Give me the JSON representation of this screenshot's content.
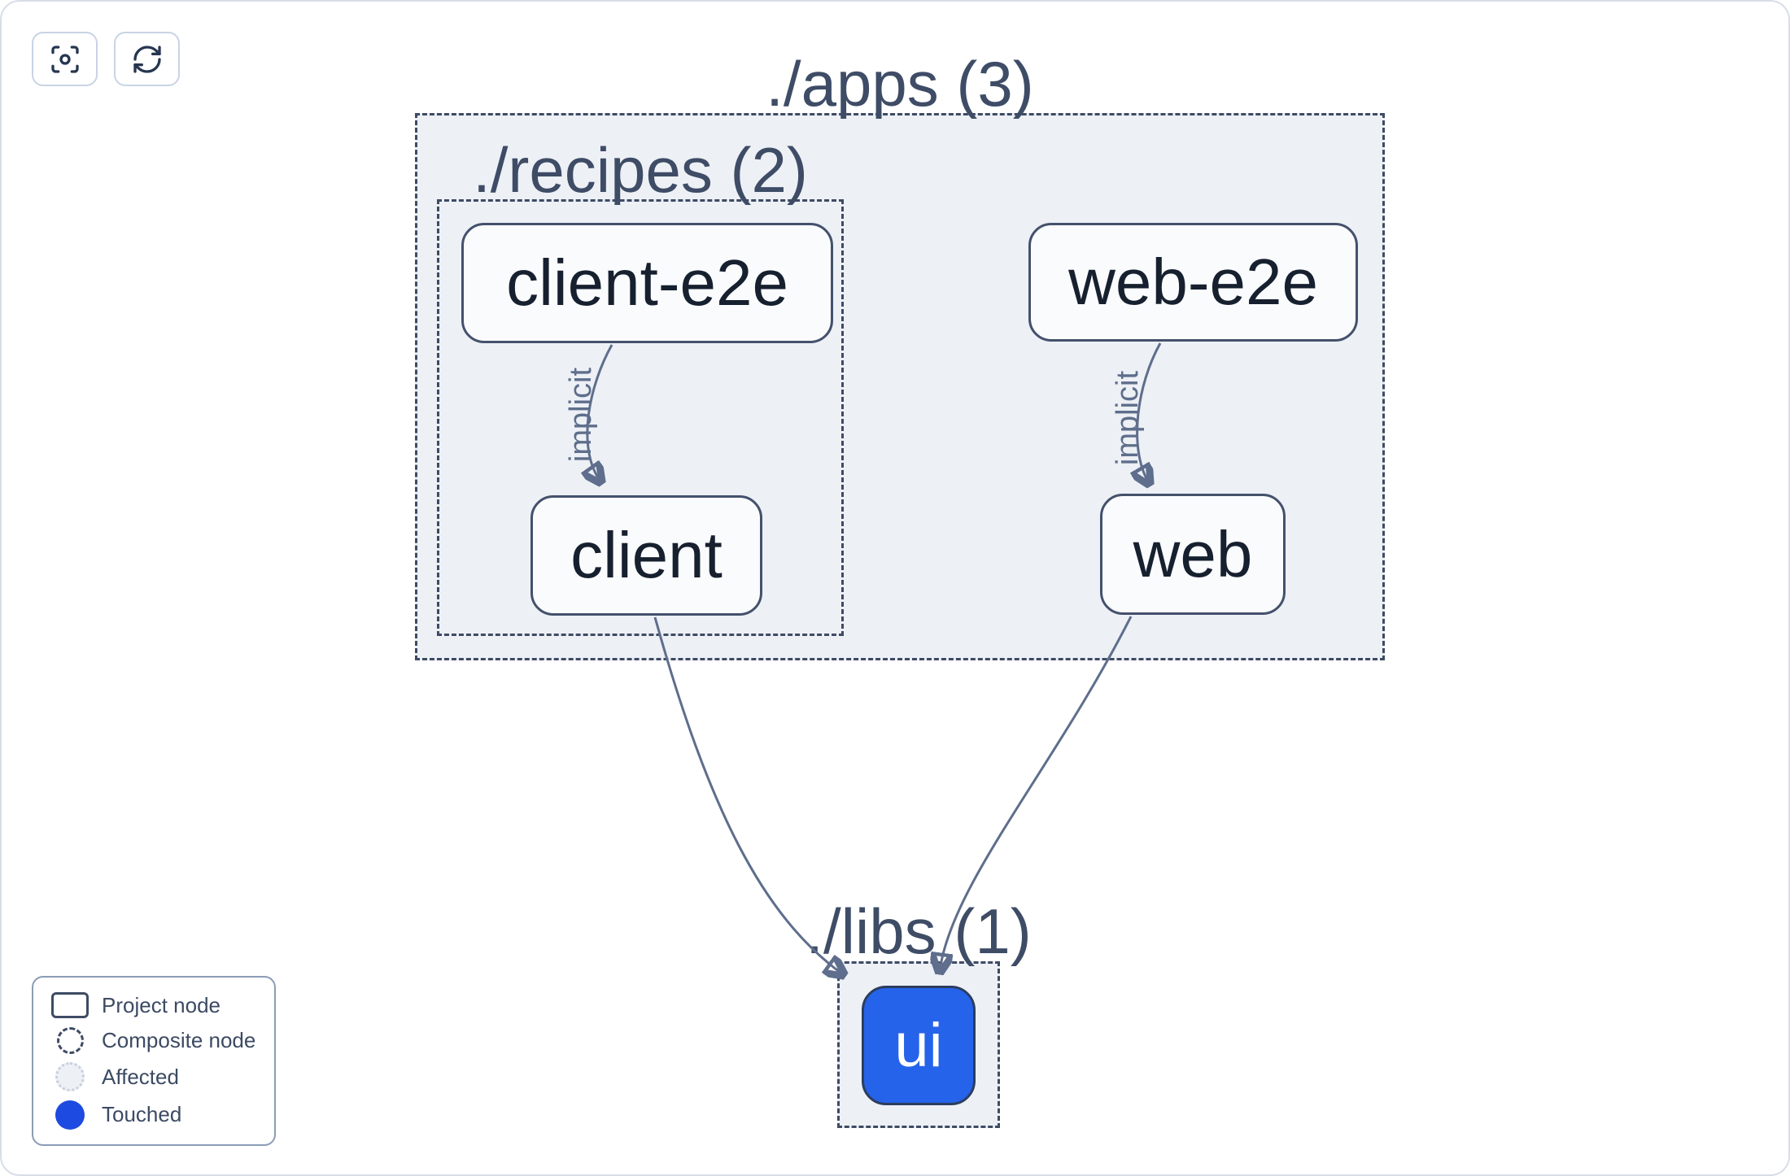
{
  "toolbar": {
    "buttons": [
      {
        "id": "focus",
        "icon": "focus-center-icon"
      },
      {
        "id": "refresh",
        "icon": "refresh-icon"
      }
    ]
  },
  "containers": {
    "apps": {
      "label": "./apps (3)"
    },
    "recipes": {
      "label": "./recipes (2)"
    },
    "libs": {
      "label": "./libs (1)"
    }
  },
  "nodes": {
    "client_e2e": {
      "label": "client-e2e",
      "type": "project"
    },
    "web_e2e": {
      "label": "web-e2e",
      "type": "project"
    },
    "client": {
      "label": "client",
      "type": "project"
    },
    "web": {
      "label": "web",
      "type": "project"
    },
    "ui": {
      "label": "ui",
      "type": "project",
      "state": "touched"
    }
  },
  "edges": [
    {
      "from": "client-e2e",
      "to": "client",
      "label": "implicit"
    },
    {
      "from": "web-e2e",
      "to": "web",
      "label": "implicit"
    },
    {
      "from": "client",
      "to": "ui",
      "label": ""
    },
    {
      "from": "web",
      "to": "ui",
      "label": ""
    }
  ],
  "legend": {
    "items": [
      {
        "swatch": "project-node-swatch",
        "label": "Project node"
      },
      {
        "swatch": "composite-node-swatch",
        "label": "Composite node"
      },
      {
        "swatch": "affected-swatch",
        "label": "Affected"
      },
      {
        "swatch": "touched-swatch",
        "label": "Touched"
      }
    ]
  },
  "colors": {
    "container_fill": "#edf0f5",
    "dashed_border": "#3e4b64",
    "node_border": "#44516c",
    "node_fill": "#fafbfd",
    "node_text": "#16202f",
    "edge": "#5e6e8c",
    "ui_blue": "#2563eb",
    "touched_blue": "#1d4ae0",
    "legend_border": "#8b9cb6"
  }
}
